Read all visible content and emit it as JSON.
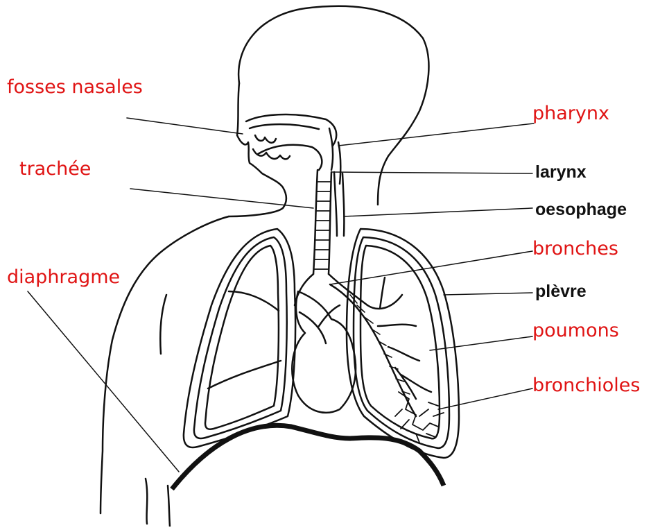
{
  "colors": {
    "red_label": "#e01414",
    "black_label": "#111111",
    "ink": "#111111"
  },
  "labels": {
    "fosses_nasales": "fosses nasales",
    "trachee": "trachée",
    "diaphragme": "diaphragme",
    "pharynx": "pharynx",
    "larynx": "larynx",
    "oesophage": "oesophage",
    "bronches": "bronches",
    "plevre": "plèvre",
    "poumons": "poumons",
    "bronchioles": "bronchioles"
  }
}
